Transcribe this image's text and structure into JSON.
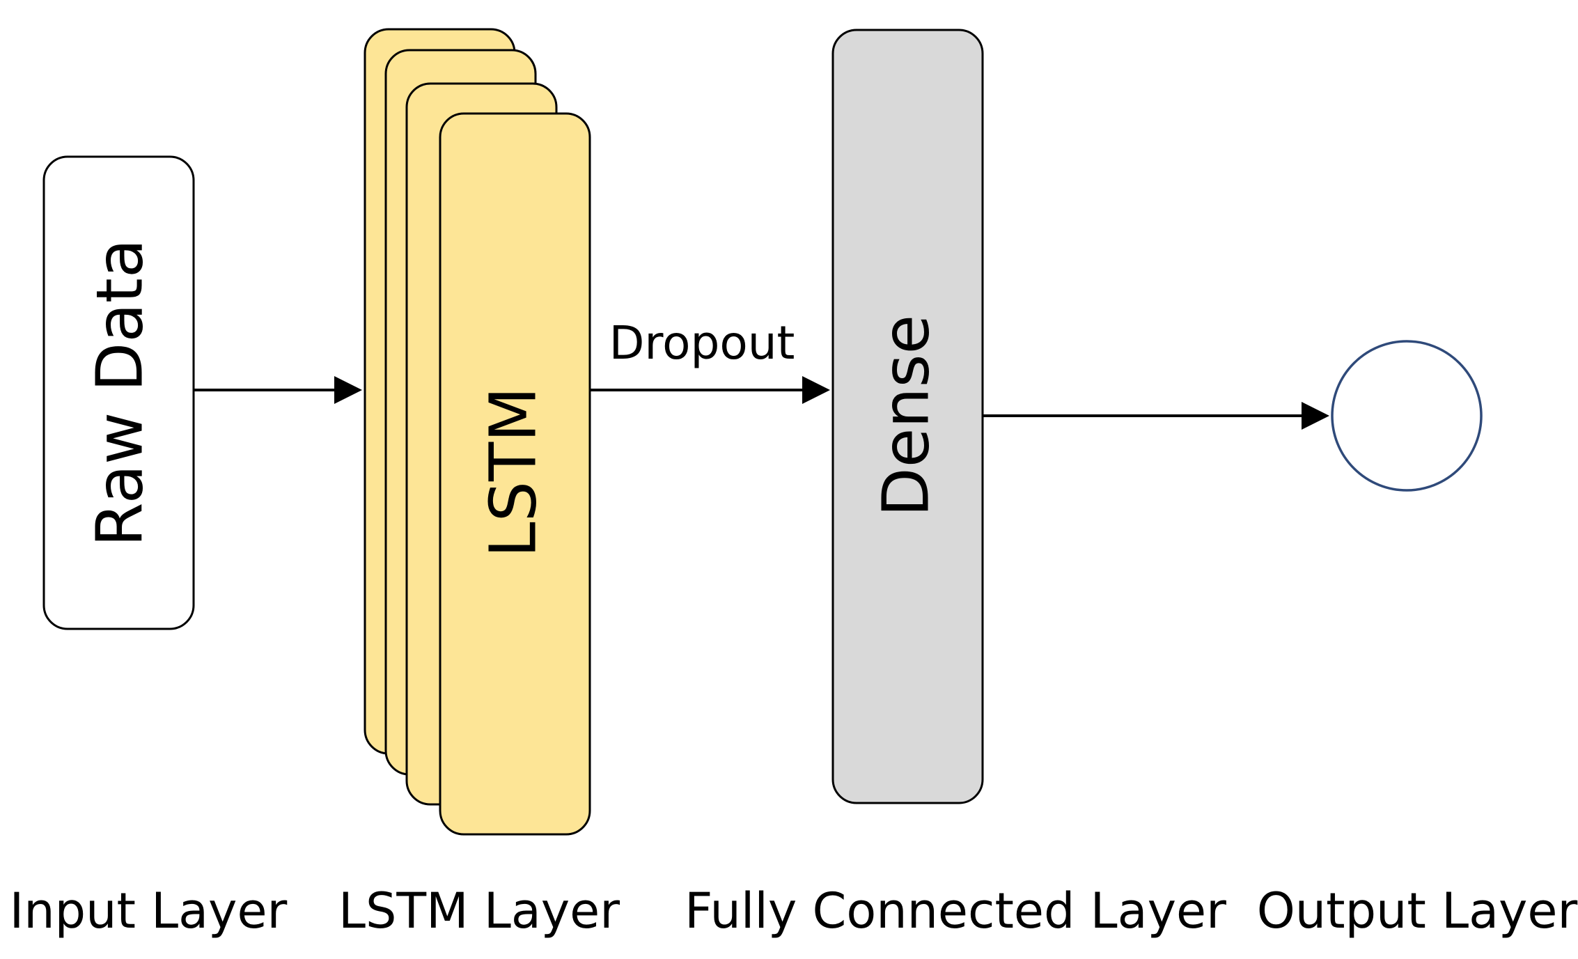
{
  "nodes": {
    "raw_data": {
      "label": "Raw Data",
      "fill": "#ffffff",
      "stroke": "#000000"
    },
    "lstm": {
      "label": "LSTM",
      "fill": "#fde596",
      "stroke": "#000000",
      "stack_count": 4
    },
    "dense": {
      "label": "Dense",
      "fill": "#d9d9d9",
      "stroke": "#000000"
    },
    "output": {
      "shape": "circle",
      "fill": "#ffffff",
      "stroke": "#2f4a7a"
    }
  },
  "edges": {
    "input_to_lstm": {
      "label": ""
    },
    "lstm_to_dense": {
      "label": "Dropout"
    },
    "dense_to_output": {
      "label": ""
    }
  },
  "captions": {
    "input_layer": "Input Layer",
    "lstm_layer": "LSTM Layer",
    "fully_connected_layer": "Fully Connected Layer",
    "output_layer": "Output Layer"
  }
}
